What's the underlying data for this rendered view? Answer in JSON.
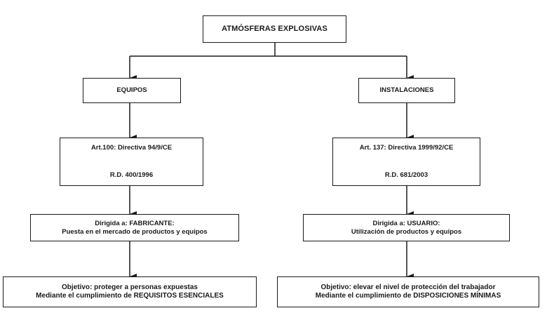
{
  "root": {
    "label": "ATMÓSFERAS EXPLOSIVAS"
  },
  "left": {
    "category": "EQUIPOS",
    "regulation": {
      "article": "Art.100: Directiva 94/9/CE",
      "decree": "R.D. 400/1996"
    },
    "target": {
      "line1": "Dirigida a: FABRICANTE:",
      "line2": "Puesta en el mercado de productos y equipos"
    },
    "objective": {
      "line1": "Objetivo: proteger a personas expuestas",
      "line2": "Mediante el cumplimiento de REQUISITOS ESENCIALES"
    }
  },
  "right": {
    "category": "INSTALACIONES",
    "regulation": {
      "article": "Art. 137: Directiva 1999/92/CE",
      "decree": "R.D. 681/2003"
    },
    "target": {
      "line1": "Dirigida a: USUARIO:",
      "line2": "Utilización de productos y equipos"
    },
    "objective": {
      "line1": "Objetivo: elevar el nivel de protección del trabajador",
      "line2": "Mediante el cumplimiento de DISPOSICIONES MÍNIMAS"
    }
  }
}
